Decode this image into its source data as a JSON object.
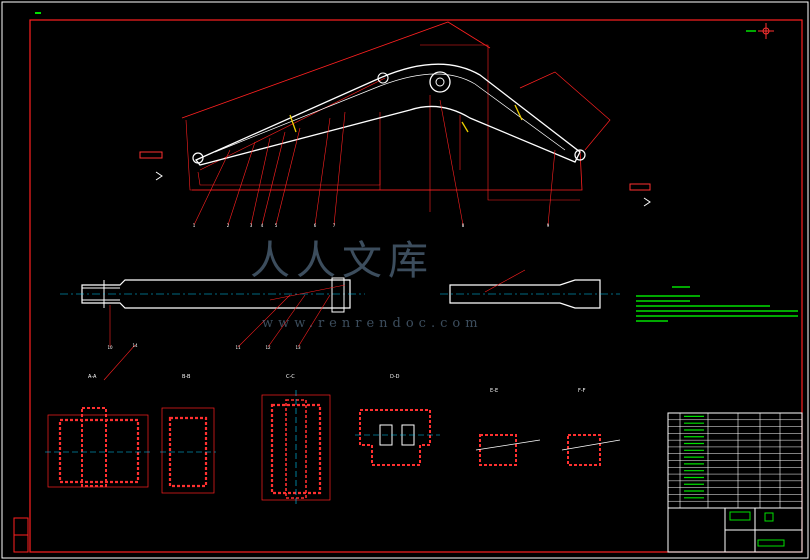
{
  "drawing": {
    "frame_tag": "",
    "corner_mark": "",
    "view_labels": [
      {
        "id": "a-a",
        "text": "A-A"
      },
      {
        "id": "b-b",
        "text": "B-B"
      },
      {
        "id": "c-c",
        "text": "C-C"
      },
      {
        "id": "d-d",
        "text": "D-D"
      },
      {
        "id": "e-e",
        "text": "E-E"
      },
      {
        "id": "f-f",
        "text": "F-F"
      }
    ],
    "balloons": [
      "1",
      "2",
      "3",
      "4",
      "5",
      "6",
      "7",
      "8",
      "9",
      "10",
      "11",
      "12",
      "13",
      "14"
    ]
  },
  "watermark": {
    "glyphs": "人人文库",
    "url": "www.renrendoc.com"
  },
  "title_block": {
    "rows": 14
  },
  "colors": {
    "outline": "#ffffff",
    "dimension": "#ff2020",
    "section": "#ff3030",
    "notes": "#00e000",
    "center": "#00d0ff",
    "background": "#000000"
  }
}
